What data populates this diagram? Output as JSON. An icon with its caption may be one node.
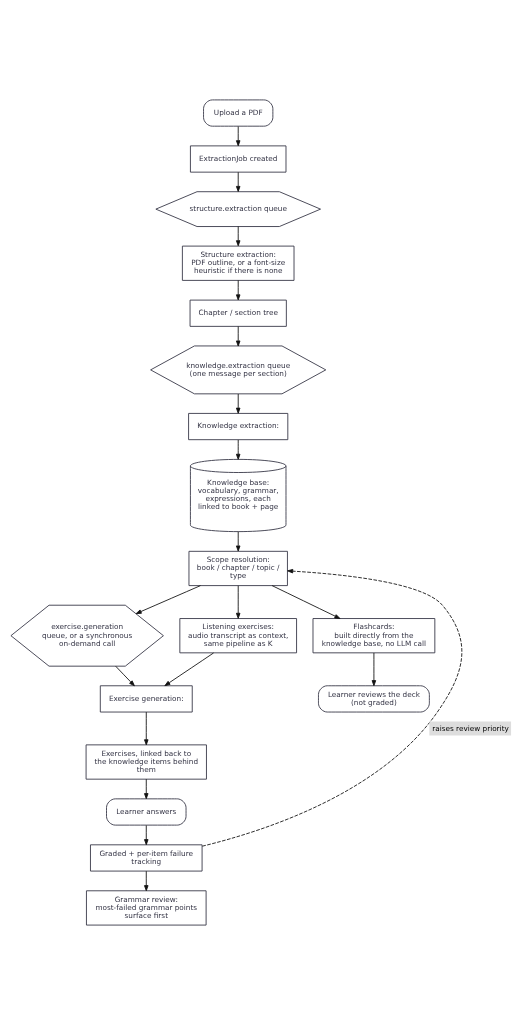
{
  "diagram": {
    "nodes": [
      {
        "text": [
          "Upload a PDF"
        ]
      },
      {
        "text": [
          "ExtractionJob created"
        ]
      },
      {
        "text": [
          "structure.extraction queue"
        ]
      },
      {
        "text": [
          "Structure extraction:",
          "PDF outline, or a font-size heuristic if there is none"
        ]
      },
      {
        "text": [
          "Chapter / section tree"
        ]
      },
      {
        "text": [
          "knowledge.extraction queue (one message per section)"
        ]
      },
      {
        "text": [
          "Knowledge extraction:"
        ]
      },
      {
        "text": [
          "Knowledge base:",
          "vocabulary, grammar, expressions, each linked to book + page"
        ]
      },
      {
        "text": [
          "Scope resolution:",
          "book / chapter / topic / type"
        ]
      },
      {
        "text": [
          "exercise.generation queue, or a synchronous on-demand call"
        ]
      },
      {
        "text": [
          "Listening exercises:",
          "audio transcript as context, same pipeline as K"
        ]
      },
      {
        "text": [
          "Flashcards:",
          "built directly from the knowledge base, no LLM call"
        ]
      },
      {
        "text": [
          "Learner reviews the deck (not graded)"
        ]
      },
      {
        "text": [
          "Exercise generation:"
        ]
      },
      {
        "text": [
          "Exercises, linked back to the knowledge items behind them"
        ]
      },
      {
        "text": [
          "Learner answers"
        ]
      },
      {
        "text": [
          "Graded + per-item failure tracking"
        ]
      },
      {
        "text": [
          "Grammar review:",
          "most-failed grammar points surface first"
        ]
      }
    ],
    "edges": [
      {
        "from": 0,
        "to": 1,
        "arrow": "to"
      },
      {
        "from": 1,
        "to": 2,
        "arrow": "to"
      },
      {
        "from": 2,
        "to": 3,
        "arrow": "to"
      },
      {
        "from": 3,
        "to": 4,
        "arrow": "to"
      },
      {
        "from": 4,
        "to": 5,
        "arrow": "to"
      },
      {
        "from": 5,
        "to": 6,
        "arrow": "to"
      },
      {
        "from": 6,
        "to": 7,
        "arrow": "to"
      },
      {
        "from": 7,
        "to": 8,
        "arrow": "to"
      },
      {
        "from": 8,
        "to": 9,
        "arrow": "to"
      },
      {
        "from": 8,
        "to": 10,
        "arrow": "to"
      },
      {
        "from": 8,
        "to": 11,
        "arrow": "to"
      },
      {
        "from": 11,
        "to": 12,
        "arrow": "to"
      },
      {
        "from": 9,
        "to": 13,
        "arrow": "to"
      },
      {
        "from": 10,
        "to": 13,
        "arrow": "to"
      },
      {
        "from": 13,
        "to": 14,
        "arrow": "to"
      },
      {
        "from": 14,
        "to": 15,
        "arrow": "to"
      },
      {
        "from": 15,
        "to": 16,
        "arrow": "to"
      },
      {
        "from": 16,
        "to": 17,
        "arrow": "to"
      },
      {
        "from": 16,
        "to": 8,
        "arrow": "to",
        "label": "raises review priority",
        "style": "dashed"
      }
    ]
  }
}
